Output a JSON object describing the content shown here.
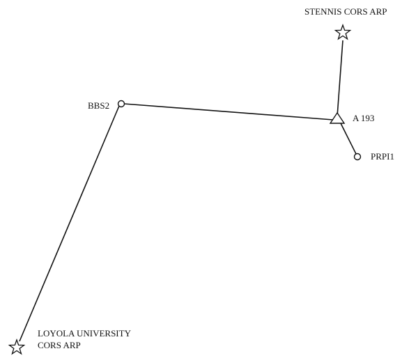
{
  "diagram": {
    "stations": [
      {
        "id": "stennis",
        "label": "STENNIS CORS ARP",
        "symbol": "star"
      },
      {
        "id": "bbs2",
        "label": "BBS2",
        "symbol": "circle"
      },
      {
        "id": "a193",
        "label": "A 193",
        "symbol": "triangle"
      },
      {
        "id": "prpi1",
        "label": "PRPI1",
        "symbol": "circle"
      },
      {
        "id": "loyola",
        "label_line1": "LOYOLA UNIVERSITY",
        "label_line2": "CORS ARP",
        "symbol": "star"
      }
    ],
    "connections": [
      [
        "stennis",
        "a193"
      ],
      [
        "bbs2",
        "a193"
      ],
      [
        "a193",
        "prpi1"
      ],
      [
        "bbs2",
        "loyola"
      ]
    ],
    "line_color": "#111111"
  }
}
